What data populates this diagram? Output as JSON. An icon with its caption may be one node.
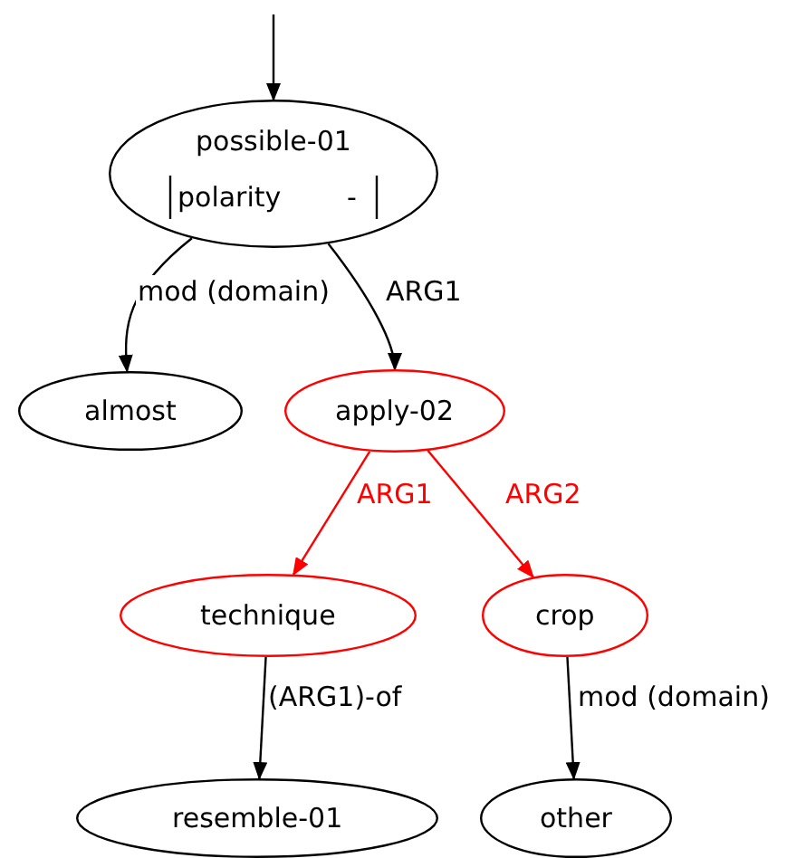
{
  "diagram": {
    "nodes": [
      {
        "text": [
          "possible-01",
          "polarity",
          "-"
        ]
      },
      {
        "text": [
          "almost"
        ]
      },
      {
        "text": [
          "apply-02"
        ]
      },
      {
        "text": [
          "technique"
        ]
      },
      {
        "text": [
          "crop"
        ]
      },
      {
        "text": [
          "resemble-01"
        ]
      },
      {
        "text": [
          "other"
        ]
      }
    ],
    "edges": [
      {
        "from": null,
        "to": 0,
        "arrow": "to"
      },
      {
        "from": 0,
        "to": 1,
        "arrow": "to",
        "label": "mod (domain)"
      },
      {
        "from": 0,
        "to": 2,
        "arrow": "to",
        "label": "ARG1"
      },
      {
        "from": 2,
        "to": 3,
        "arrow": "to",
        "label": "ARG1",
        "color": "#ff0000"
      },
      {
        "from": 2,
        "to": 4,
        "arrow": "to",
        "label": "ARG2",
        "color": "#ff0000"
      },
      {
        "from": 3,
        "to": 5,
        "arrow": "to",
        "label": "(ARG1)-of"
      },
      {
        "from": 4,
        "to": 6,
        "arrow": "to",
        "label": "mod (domain)"
      }
    ]
  }
}
